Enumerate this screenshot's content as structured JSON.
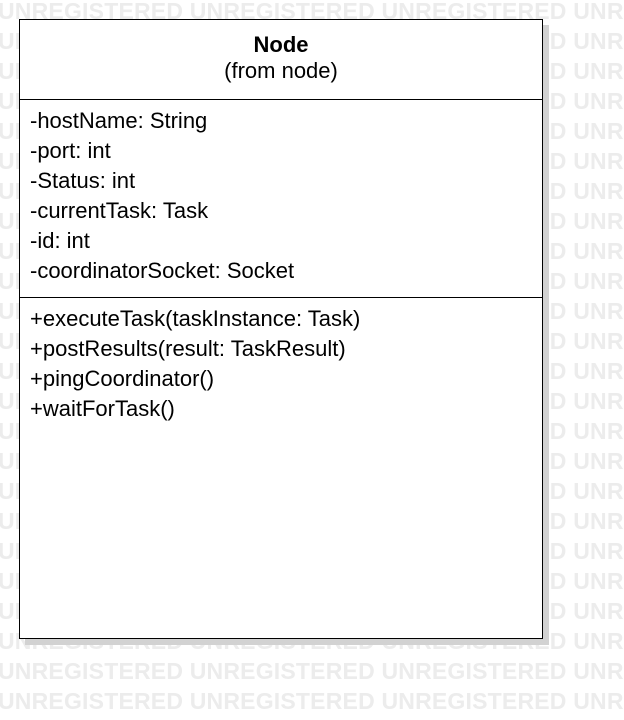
{
  "watermark": {
    "text": "UNREGISTERED UNREGISTERED UNREGISTERED UNREGISTERED UNREGISTERED"
  },
  "uml_class": {
    "name": "Node",
    "origin": "(from node)",
    "attributes": [
      "-hostName: String",
      "-port: int",
      "-Status: int",
      "-currentTask: Task",
      "-id: int",
      "-coordinatorSocket: Socket"
    ],
    "operations": [
      "+executeTask(taskInstance: Task)",
      "+postResults(result: TaskResult)",
      "+pingCoordinator()",
      "+waitForTask()"
    ]
  },
  "colors": {
    "border": "#000000",
    "shadow": "#d2d2d2",
    "watermark": "#ececec",
    "background": "#ffffff"
  }
}
